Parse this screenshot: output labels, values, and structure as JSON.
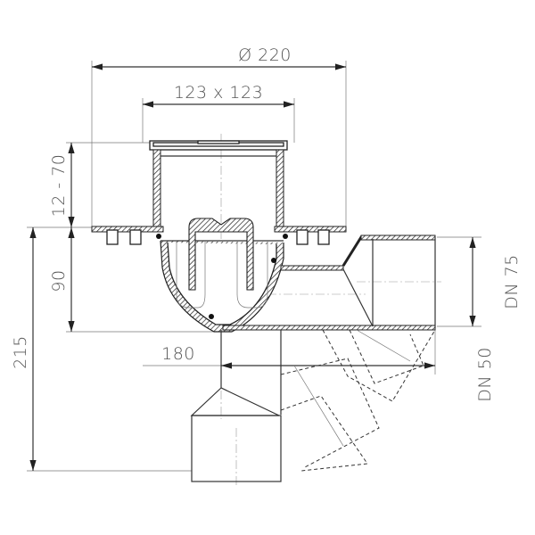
{
  "drawing": {
    "dimensions": {
      "outer_diameter": "Ø 220",
      "grate_size": "123 x 123",
      "height_adjust": "12 - 70",
      "body_height": "90",
      "total_height": "215",
      "outlet_offset": "180",
      "horizontal_outlet": "DN 75",
      "vertical_outlet": "DN 50"
    },
    "colors": {
      "line": "#222222",
      "text": "#555555"
    }
  }
}
